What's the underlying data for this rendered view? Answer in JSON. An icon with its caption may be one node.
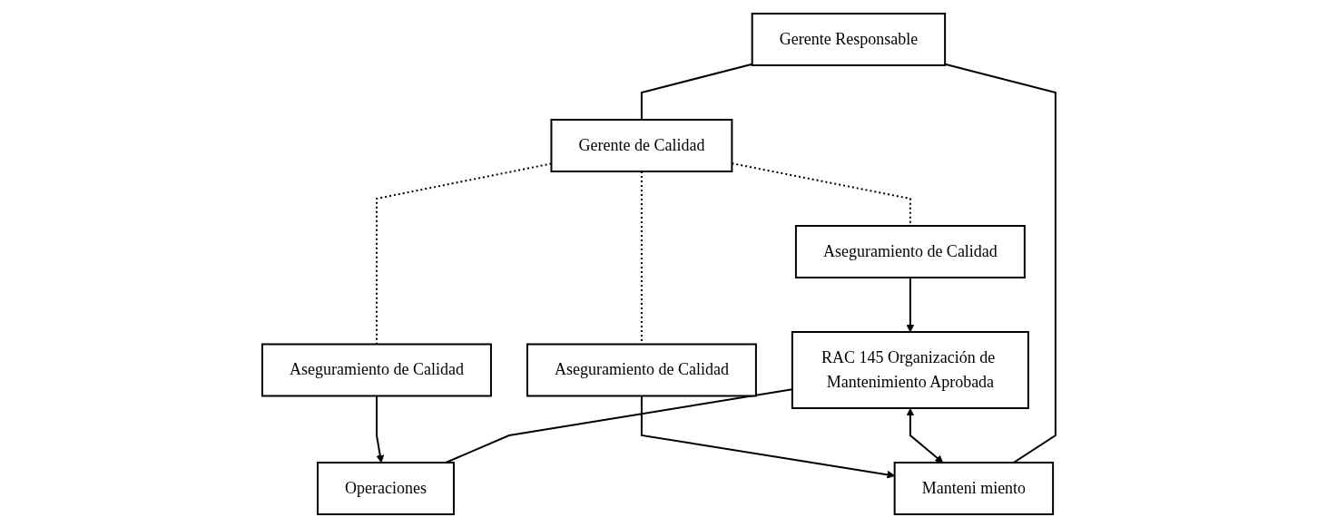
{
  "diagram": {
    "nodes": [
      {
        "text": [
          "Gerente Responsable"
        ]
      },
      {
        "text": [
          "Gerente de Calidad"
        ]
      },
      {
        "text": [
          "Aseguramiento de Calidad"
        ]
      },
      {
        "text": [
          "RAC 145 Organización de Mantenimiento Aprobada"
        ]
      },
      {
        "text": [
          "Manteni miento"
        ]
      },
      {
        "text": [
          "Aseguramiento de Calidad"
        ]
      },
      {
        "text": [
          "Operaciones"
        ]
      },
      {
        "text": [
          "Aseguramiento de Calidad"
        ]
      }
    ],
    "edges": [
      {
        "from": 0,
        "to": 1,
        "arrow": "none"
      },
      {
        "from": 0,
        "to": 4,
        "arrow": "none"
      },
      {
        "from": 3,
        "to": 6,
        "arrow": "none"
      },
      {
        "from": 1,
        "to": 2,
        "arrow": "none",
        "style": "dashed"
      },
      {
        "from": 1,
        "to": 5,
        "arrow": "none",
        "style": "dashed"
      },
      {
        "from": 1,
        "to": 7,
        "arrow": "none",
        "style": "dashed"
      },
      {
        "from": 2,
        "to": 3,
        "arrow": "to"
      },
      {
        "from": 3,
        "to": 4,
        "arrow": "both"
      },
      {
        "from": 5,
        "to": 4,
        "arrow": "to"
      },
      {
        "from": 7,
        "to": 6,
        "arrow": "to"
      }
    ]
  }
}
